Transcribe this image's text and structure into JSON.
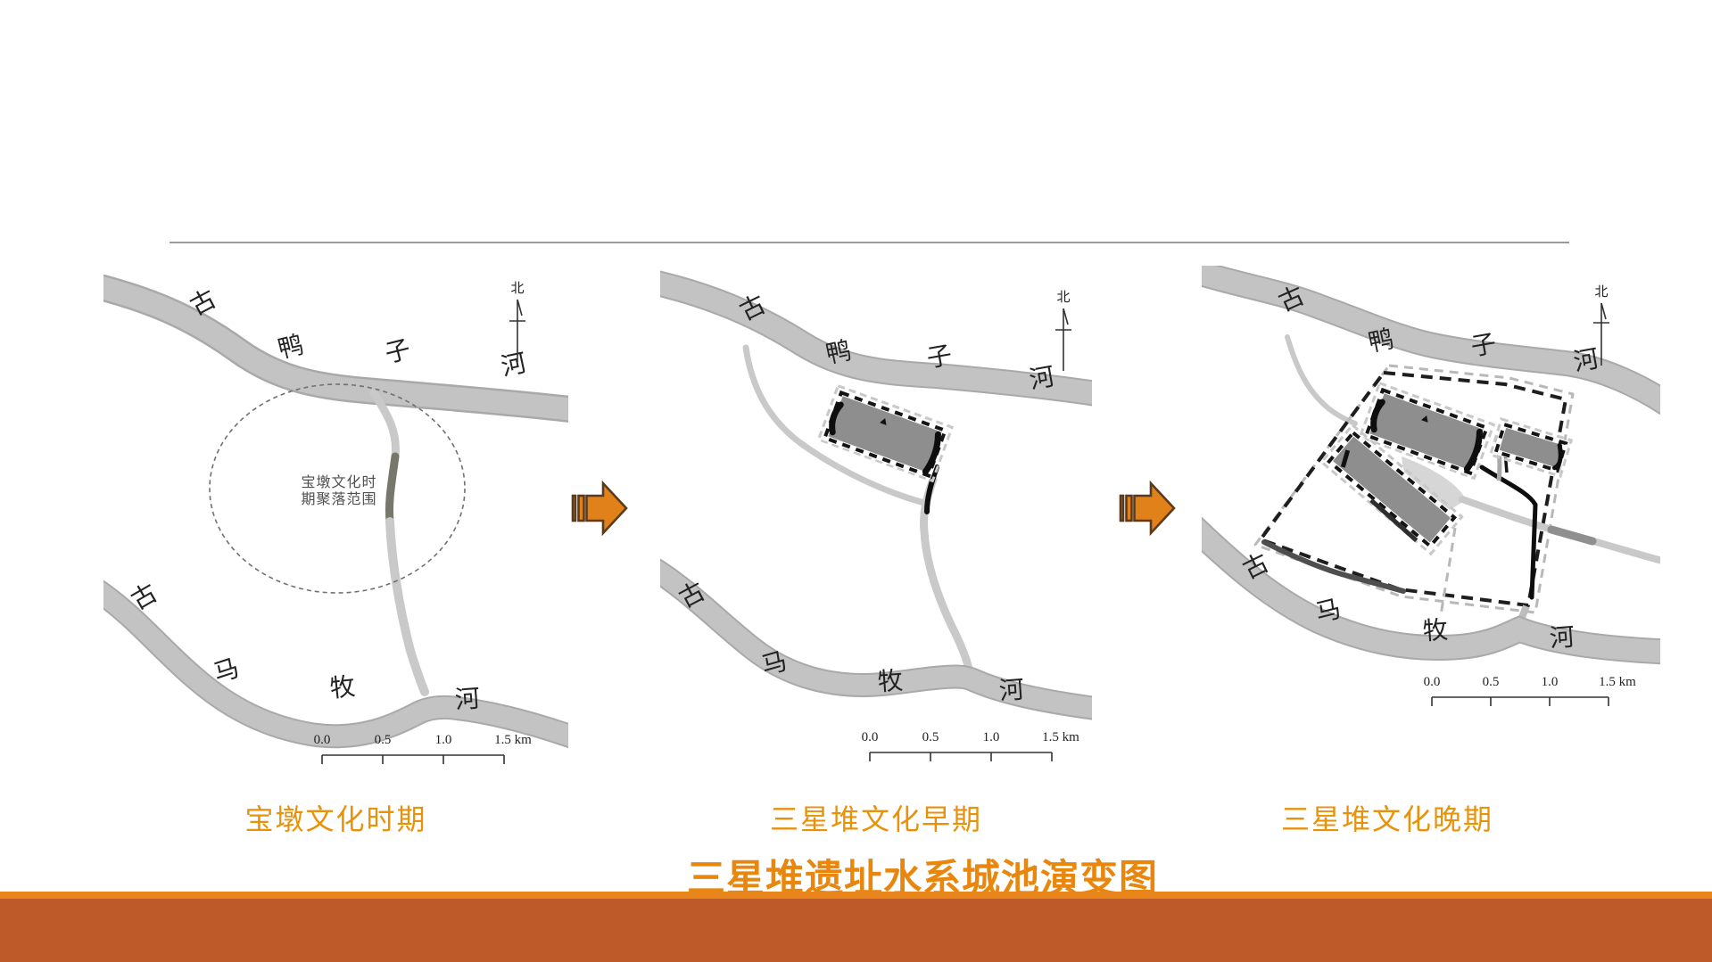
{
  "slide": {
    "title": "三星堆遗址水系城池演变图"
  },
  "map_common": {
    "north_label": "北",
    "scale_ticks": [
      "0.0",
      "0.5",
      "1.0",
      "1.5 km"
    ],
    "top_river": {
      "name": "古鸭子河",
      "chars": [
        "古",
        "鸭",
        "子",
        "河"
      ]
    },
    "bottom_river": {
      "name": "古马牧河",
      "chars": [
        "古",
        "马",
        "牧",
        "河"
      ]
    }
  },
  "panels": [
    {
      "id": "baodun-period",
      "caption": "宝墩文化时期",
      "annotation": {
        "line1": "宝墩文化时",
        "line2": "期聚落范围"
      }
    },
    {
      "id": "sanxingdui-early",
      "caption": "三星堆文化早期"
    },
    {
      "id": "sanxingdui-late",
      "caption": "三星堆文化晚期"
    }
  ],
  "colors": {
    "accent_orange": "#e8860d",
    "caption_orange": "#e8920a",
    "footer_stripe": "#e9861b",
    "footer_band": "#be5a2a",
    "arrow_fill": "#e08119",
    "arrow_outline": "#5d3a1a",
    "river_gray": "#c3c3c3",
    "city_wall_gray": "#8e8e8e"
  }
}
